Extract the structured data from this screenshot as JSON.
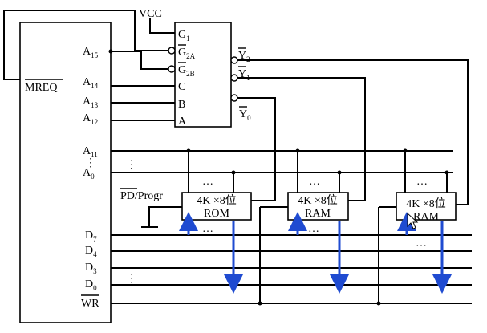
{
  "vcc": "VCC",
  "cpu": {
    "mreq": "MREQ",
    "a15": "A",
    "a15_sub": "15",
    "a14": "A",
    "a14_sub": "14",
    "a13": "A",
    "a13_sub": "13",
    "a12": "A",
    "a12_sub": "12",
    "a11": "A",
    "a11_sub": "11",
    "a0": "A",
    "a0_sub": "0",
    "d7": "D",
    "d7_sub": "7",
    "d4": "D",
    "d4_sub": "4",
    "d3": "D",
    "d3_sub": "3",
    "d0": "D",
    "d0_sub": "0",
    "wr": "WR",
    "dots": "⋮"
  },
  "decoder": {
    "g1": "G",
    "g1_sub": "1",
    "g2a": "G",
    "g2a_sub": "2A",
    "g2b": "G",
    "g2b_sub": "2B",
    "c": "C",
    "b": "B",
    "a": "A",
    "y2": "Y",
    "y2_sub": "2",
    "y1": "Y",
    "y1_sub": "1",
    "y0": "Y",
    "y0_sub": "0"
  },
  "pd_progr": {
    "pd": "PD",
    "slash": "/Progr"
  },
  "chips": [
    {
      "line1": "4K ×8位",
      "line2": "ROM"
    },
    {
      "line1": "4K ×8位",
      "line2": "RAM"
    },
    {
      "line1": "4K ×8位",
      "line2": "RAM"
    }
  ],
  "ellipsis": "…",
  "colors": {
    "wire": "#000000",
    "data_arrow": "#1f4bd1"
  }
}
